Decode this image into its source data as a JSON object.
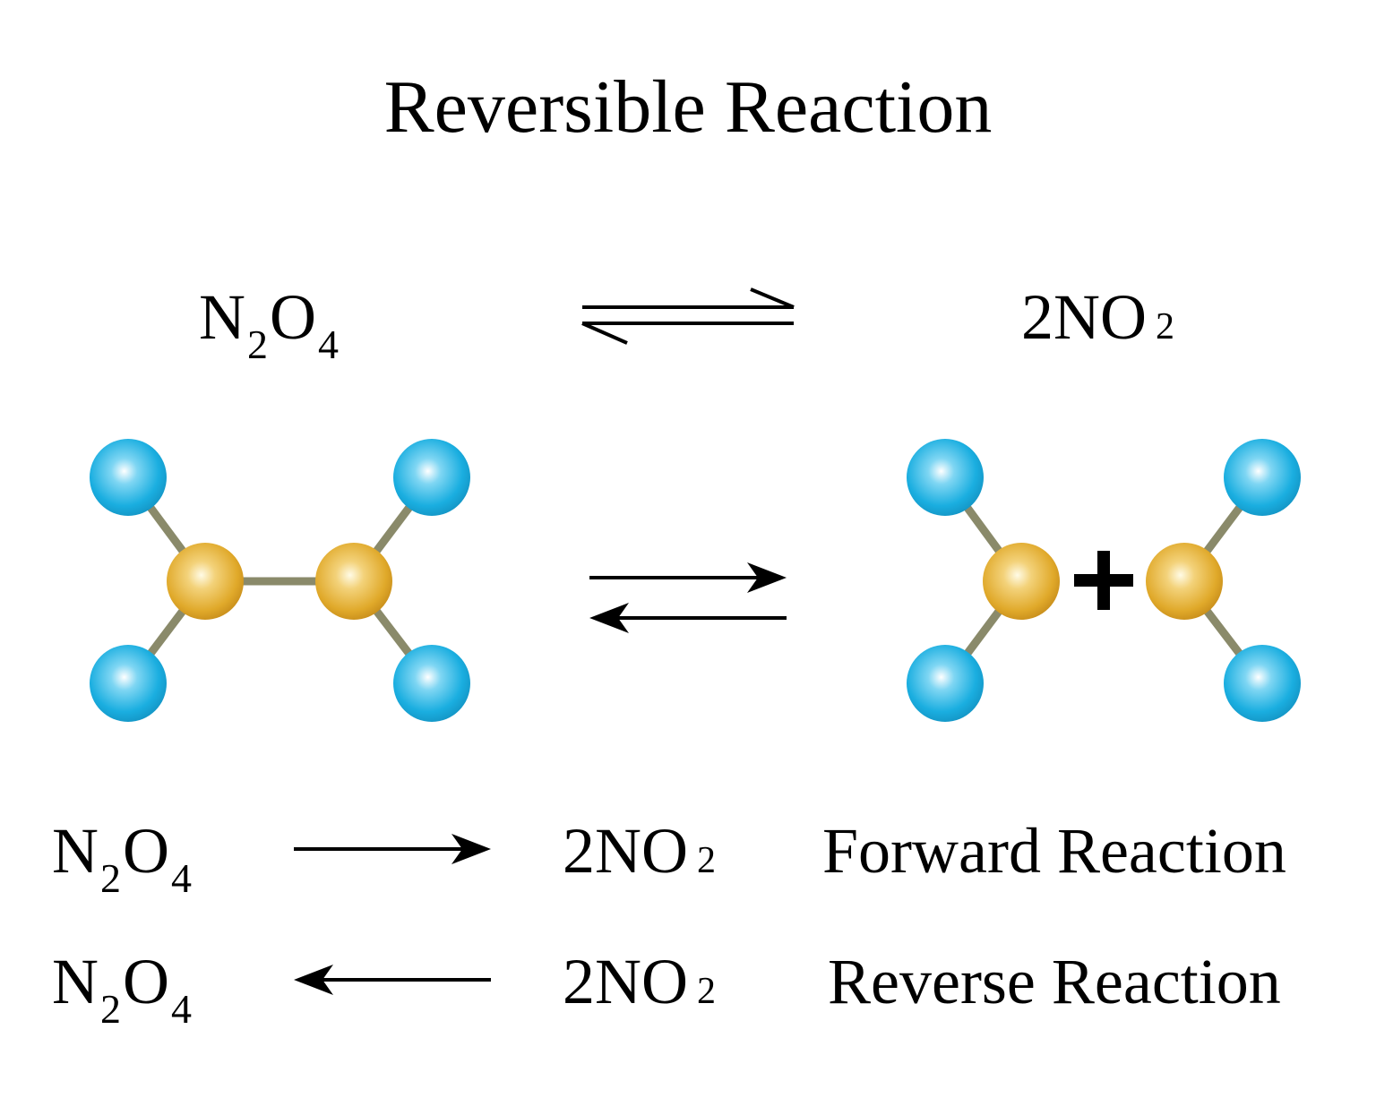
{
  "title": "Reversible Reaction",
  "equation": {
    "reactant": {
      "element1": "N",
      "sub1": "2",
      "element2": "O",
      "sub2": "4"
    },
    "product": {
      "coef_element": "2NO",
      "sub": "2"
    }
  },
  "rows": [
    {
      "reactant": {
        "element1": "N",
        "sub1": "2",
        "element2": "O",
        "sub2": "4"
      },
      "product": {
        "coef_element": "2NO",
        "sub": "2"
      },
      "direction": "forward",
      "label": "Forward Reaction"
    },
    {
      "reactant": {
        "element1": "N",
        "sub1": "2",
        "element2": "O",
        "sub2": "4"
      },
      "product": {
        "coef_element": "2NO",
        "sub": "2"
      },
      "direction": "reverse",
      "label": "Reverse Reaction"
    }
  ],
  "plus_sign": "+",
  "colors": {
    "oxygen": "#1aaee0",
    "nitrogen": "#e0a92a",
    "bond": "#8a8a6a",
    "text": "#000000"
  }
}
